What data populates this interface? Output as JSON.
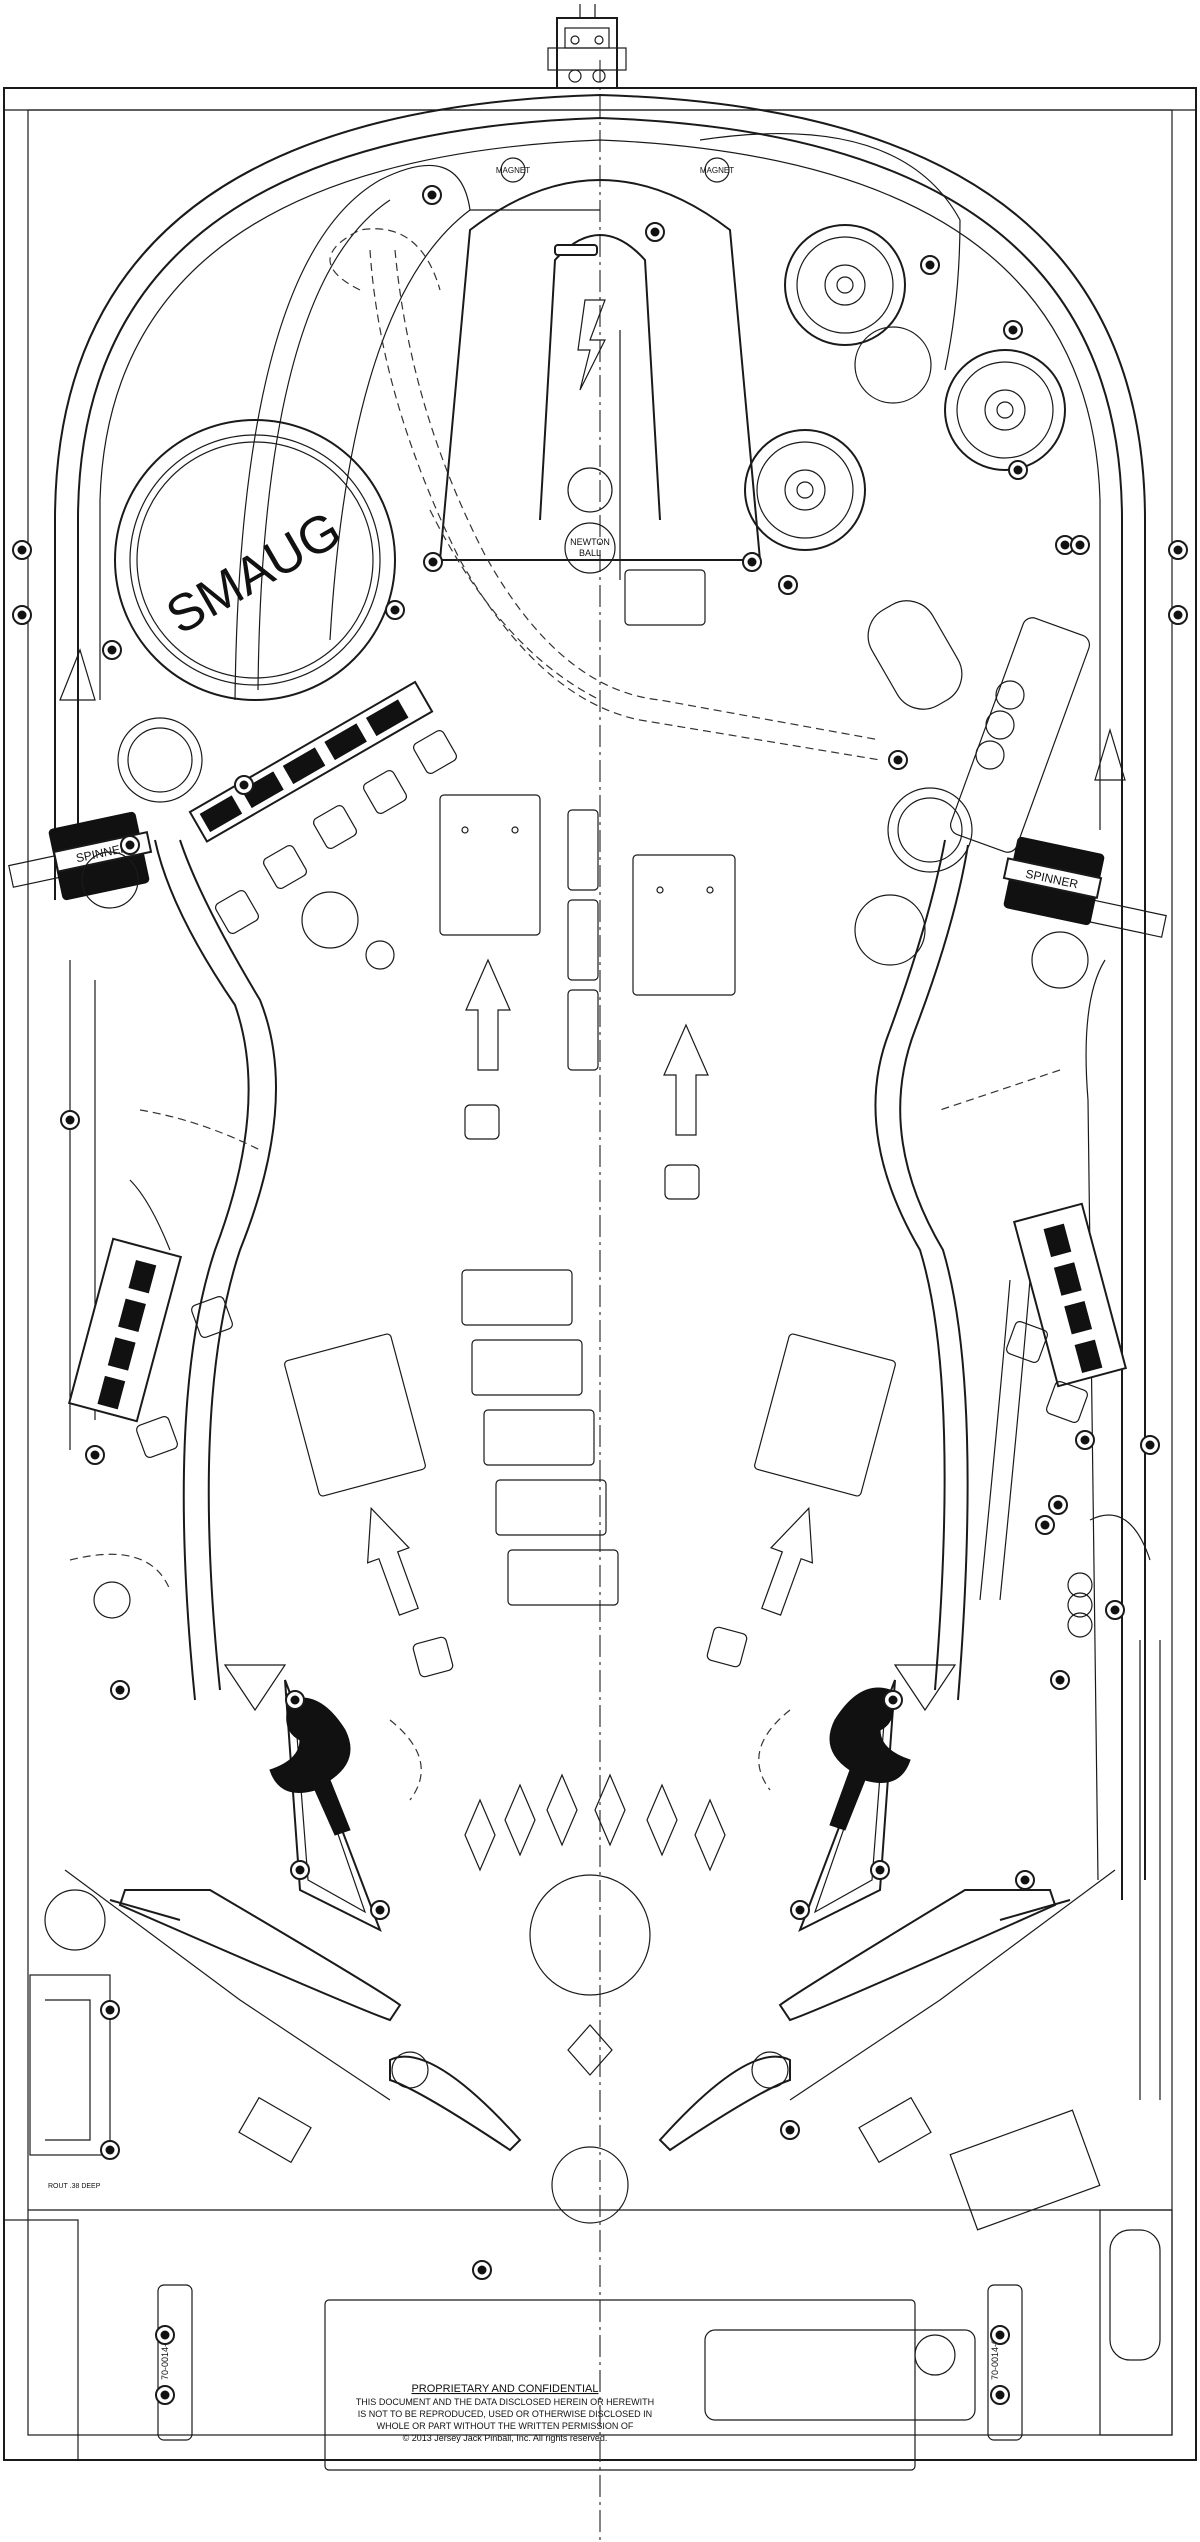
{
  "labels": {
    "toy": "SMAUG",
    "spinner_left": "SPINNER",
    "spinner_right": "SPINNER",
    "magnet_left": "MAGNET",
    "magnet_right": "MAGNET",
    "newton_line1": "NEWTON",
    "newton_line2": "BALL",
    "rout_note": "ROUT .38 DEEP",
    "part_left": "70-0014-00",
    "part_right": "70-0014-00"
  },
  "notice": {
    "title": "PROPRIETARY AND CONFIDENTIAL",
    "line1": "THIS DOCUMENT AND THE DATA DISCLOSED HEREIN OR HEREWITH",
    "line2": "IS NOT TO BE REPRODUCED, USED OR OTHERWISE DISCLOSED IN",
    "line3": "WHOLE OR PART WITHOUT THE WRITTEN PERMISSION OF",
    "line4": "© 2013 Jersey Jack Pinball, Inc. All rights reserved."
  },
  "colors": {
    "line": "#1a1a1a",
    "background": "#ffffff",
    "fill": "#111111"
  }
}
